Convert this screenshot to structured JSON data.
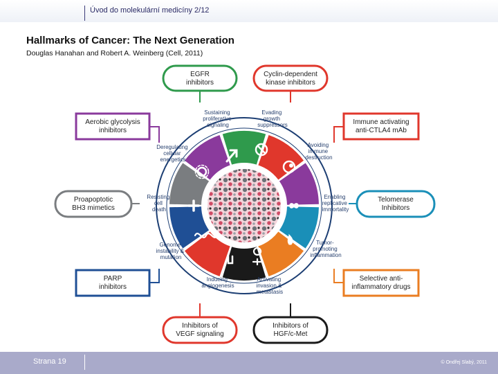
{
  "header": {
    "text": "Úvod do molekulární medicíny 2/12"
  },
  "title": "Hallmarks of Cancer: The Next Generation",
  "subtitle": "Douglas Hanahan and Robert A. Weinberg (Cell, 2011)",
  "footer": {
    "page": "Strana 19",
    "copyright": "© Ondřej Slabý, 2011"
  },
  "therapies": {
    "egfr": [
      "EGFR",
      "inhibitors"
    ],
    "cdk": [
      "Cyclin-dependent",
      "kinase inhibitors"
    ],
    "glycolysis": [
      "Aerobic glycolysis",
      "inhibitors"
    ],
    "immune": [
      "Immune activating",
      "anti-CTLA4 mAb"
    ],
    "bh3": [
      "Proapoptotic",
      "BH3 mimetics"
    ],
    "telomerase": [
      "Telomerase",
      "Inhibitors"
    ],
    "parp": [
      "PARP",
      "inhibitors"
    ],
    "antiinflam": [
      "Selective anti-",
      "inflammatory drugs"
    ],
    "vegf": [
      "Inhibitors of",
      "VEGF signaling"
    ],
    "hgf": [
      "Inhibitors of",
      "HGF/c-Met"
    ]
  },
  "hallmarks": {
    "proliferative": [
      "Sustaining",
      "proliferative",
      "signaling"
    ],
    "growth": [
      "Evading",
      "growth",
      "suppressors"
    ],
    "immune": [
      "Avoiding",
      "immune",
      "destruction"
    ],
    "replicative": [
      "Enabling",
      "replicative",
      "immortality"
    ],
    "inflammation": [
      "Tumor-",
      "promoting",
      "inflammation"
    ],
    "invasion": [
      "Activating",
      "invasion &",
      "metastasis"
    ],
    "angiogenesis": [
      "Inducing",
      "angiogenesis"
    ],
    "genome": [
      "Genome",
      "instability &",
      "mutation"
    ],
    "death": [
      "Resisting",
      "cell",
      "death"
    ],
    "energetics": [
      "Deregulating",
      "cellular",
      "energetics"
    ]
  },
  "colors": {
    "green": "#2f9a4c",
    "red": "#e0372c",
    "purple": "#8a3a9c",
    "teal": "#1a8fb8",
    "grey": "#7a7d80",
    "navy": "#1f4f95",
    "orange": "#ea7d22",
    "black": "#1a1a1a",
    "ring": "#1c3e73"
  }
}
